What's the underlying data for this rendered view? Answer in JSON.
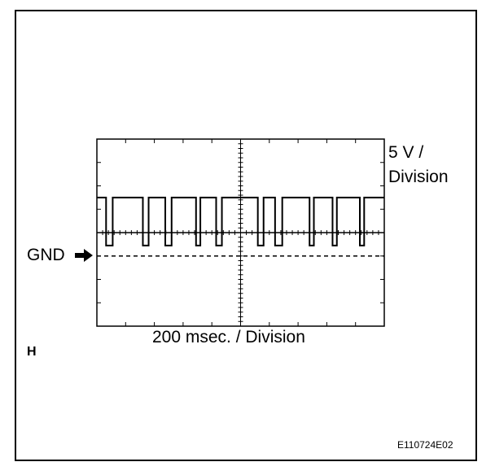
{
  "labels": {
    "volts_per_div_line1": "5 V /",
    "volts_per_div_line2": "Division",
    "ground": "GND",
    "time_per_div": "200 msec. / Division",
    "corner_letter": "H",
    "figure_code": "E110724E02"
  },
  "icons": {
    "ground_pointer": "right-arrow-icon"
  },
  "chart_data": {
    "type": "line",
    "title": "",
    "xlabel": "200 msec. / Division",
    "ylabel": "5 V / Division",
    "grid": {
      "x_divisions": 10,
      "y_divisions": 8
    },
    "xlim": [
      0,
      10
    ],
    "ylim": [
      -4,
      4
    ],
    "ground_level_div": -1,
    "signal": {
      "high_level_div": 1.5,
      "low_level_div": -0.55,
      "pulses": [
        [
          0.32,
          0.55
        ],
        [
          1.6,
          1.8
        ],
        [
          2.38,
          2.6
        ],
        [
          3.45,
          3.6
        ],
        [
          4.15,
          4.35
        ],
        [
          5.6,
          5.8
        ],
        [
          6.2,
          6.45
        ],
        [
          7.4,
          7.55
        ],
        [
          8.2,
          8.35
        ],
        [
          9.15,
          9.3
        ]
      ]
    }
  }
}
